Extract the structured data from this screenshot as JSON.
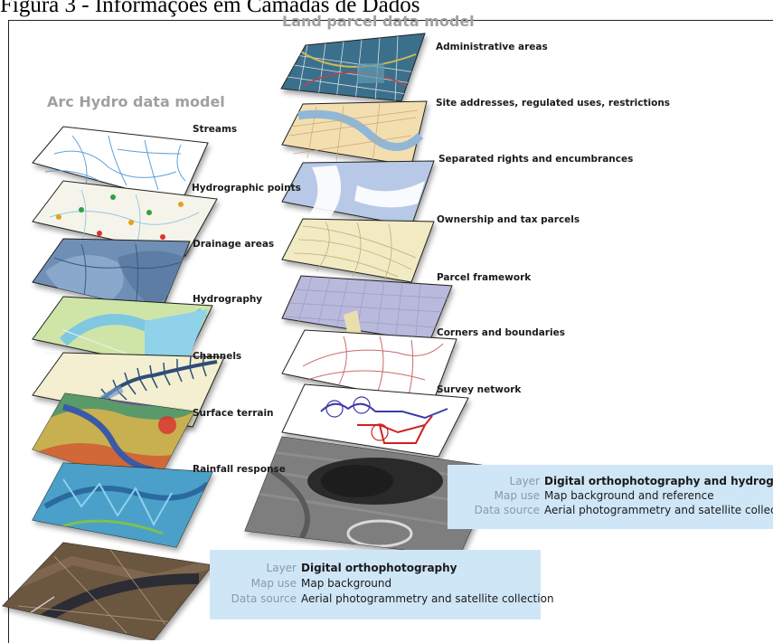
{
  "figure_caption": "Figura 3 - Informações em Camadas de Dados",
  "land_parcel": {
    "title": "Land parcel data model",
    "layers": [
      "Administrative areas",
      "Site addresses, regulated uses, restrictions",
      "Separated rights and encumbrances",
      "Ownership and tax parcels",
      "Parcel framework",
      "Corners and boundaries",
      "Survey network"
    ],
    "legend": {
      "layer_key": "Layer",
      "layer_value": "Digital orthophotography and hydrography",
      "use_key": "Map use",
      "use_value": "Map background and reference",
      "source_key": "Data source",
      "source_value": "Aerial photogrammetry and satellite collection"
    }
  },
  "arc_hydro": {
    "title": "Arc Hydro data model",
    "layers": [
      "Streams",
      "Hydrographic points",
      "Drainage areas",
      "Hydrography",
      "Channels",
      "Surface terrain",
      "Rainfall response"
    ],
    "legend": {
      "layer_key": "Layer",
      "layer_value": "Digital orthophotography",
      "use_key": "Map use",
      "use_value": "Map background",
      "source_key": "Data source",
      "source_value": "Aerial photogrammetry and satellite collection"
    }
  },
  "colors": {
    "legend_bg": "#cfe6f7",
    "title_gray": "#a0a0a0",
    "streams": "#ffffff",
    "hydro_points": "#f4f4ea",
    "drainage": "#6f8fb5",
    "hydrography": "#cfe5a8",
    "channels": "#f3efd0",
    "terrain": "#c46a3c",
    "rainfall": "#3c8fc0",
    "ortho": "#5a4a3c",
    "admin": "#3a6f8c",
    "site": "#f3deb0",
    "rights": "#b7c9e6",
    "ownership": "#f1eac2",
    "framework": "#b9b9dc",
    "corners": "#ffffff",
    "survey": "#ffffff",
    "ortho_hydro": "#6a6a6a"
  }
}
